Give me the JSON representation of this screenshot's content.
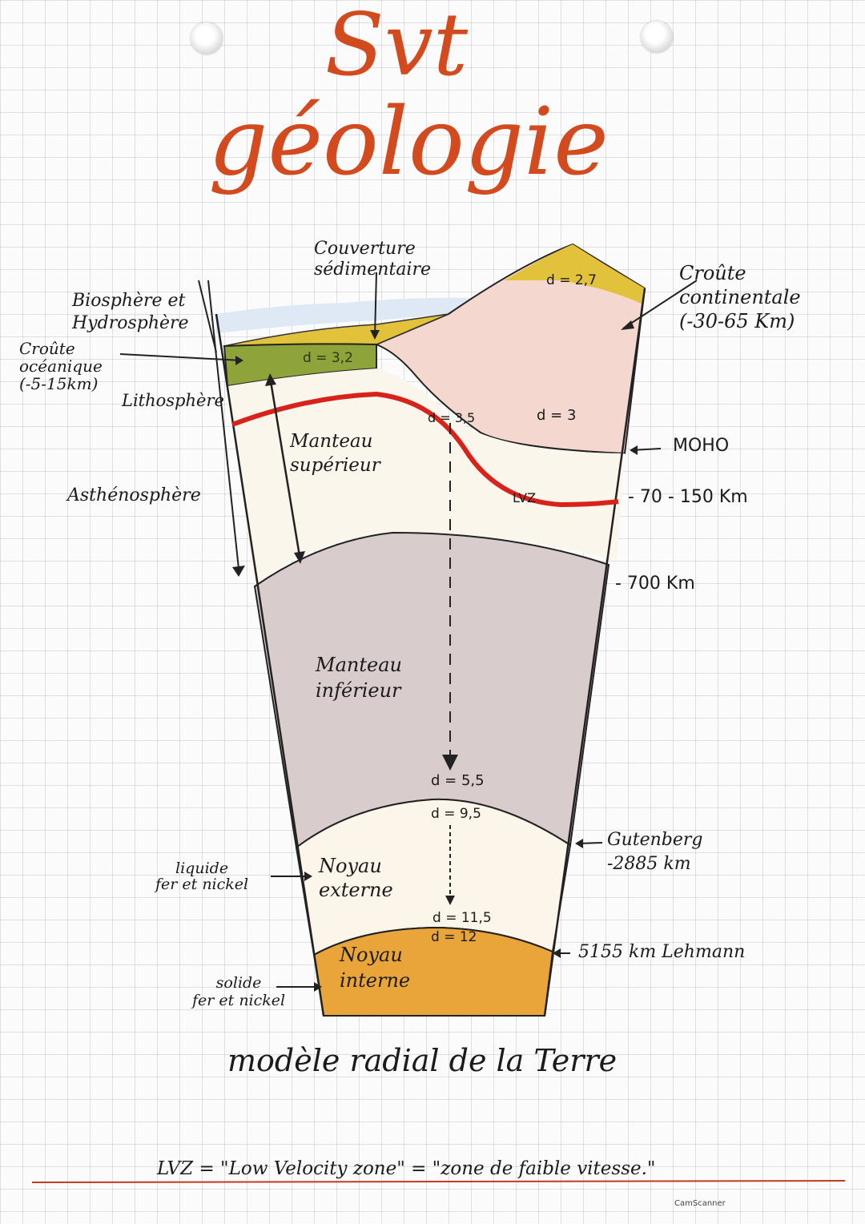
{
  "title": {
    "line1": "Svt",
    "line2": "géologie"
  },
  "labels": {
    "couverture": "Couverture\nsédimentaire",
    "croute_continentale": "Croûte\ncontinentale\n(-30-65 Km)",
    "biosphere": "Biosphère et\nHydrosphère",
    "croute_oceanique": "Croûte\nocéanique\n(-5-15km)",
    "lithosphere": "Lithosphère",
    "asthenosphere": "Asthénosphère",
    "manteau_superieur": "Manteau\nsupérieur",
    "manteau_inferieur": "Manteau\ninférieur",
    "noyau_externe": "Noyau\nexterne",
    "noyau_interne": "Noyau\ninterne",
    "liquide": "liquide\nfer et nickel",
    "solide": "solide\nfer et nickel",
    "moho": "MOHO",
    "lvz_depth": "- 70 - 150 Km",
    "lvz": "LVZ",
    "depth_700": "- 700 Km",
    "gutenberg": "Gutenberg\n-2885 km",
    "lehmann": "5155 km Lehmann"
  },
  "densities": {
    "continental": "d = 2,7",
    "oceanic": "d = 3,2",
    "mantle_left": "d = 3,5",
    "mantle_right": "d = 3",
    "lower_mantle": "d = 5,5",
    "outer_core_top": "d = 9,5",
    "outer_core_bottom": "d = 11,5",
    "inner_core": "d = 12"
  },
  "caption": "modèle radial de la Terre",
  "footnote": "LVZ = \"Low Velocity zone\" = \"zone de faible vitesse.\"",
  "scanner_mark": "CamScanner",
  "colors": {
    "title": "#d24a1e",
    "lvz_line": "#d8221c",
    "oceanic_crust": "#8ea33a",
    "sediment": "#e2c23a",
    "continental_crust": "#f4d7cf",
    "lower_mantle": "#d9cccd",
    "inner_core": "#eaa53a"
  }
}
